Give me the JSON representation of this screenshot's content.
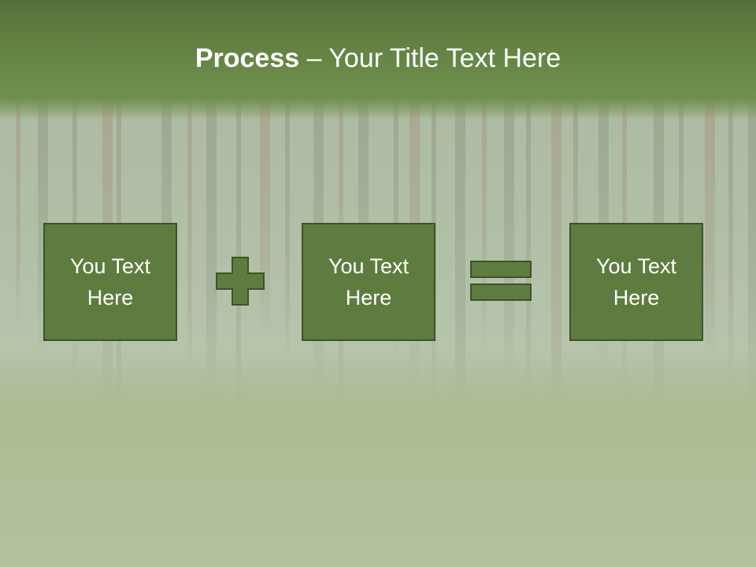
{
  "slide": {
    "title_bold": "Process",
    "title_rest": " – Your Title Text Here"
  },
  "process": {
    "steps": [
      {
        "label": "You Text Here"
      },
      {
        "label": "You Text Here"
      },
      {
        "label": "You Text Here"
      }
    ],
    "operators": [
      "plus-icon",
      "equals-icon"
    ]
  },
  "colors": {
    "header": "#5f7d40",
    "box_fill": "#5f7c40",
    "box_border": "#3d5229",
    "text": "#ffffff"
  }
}
